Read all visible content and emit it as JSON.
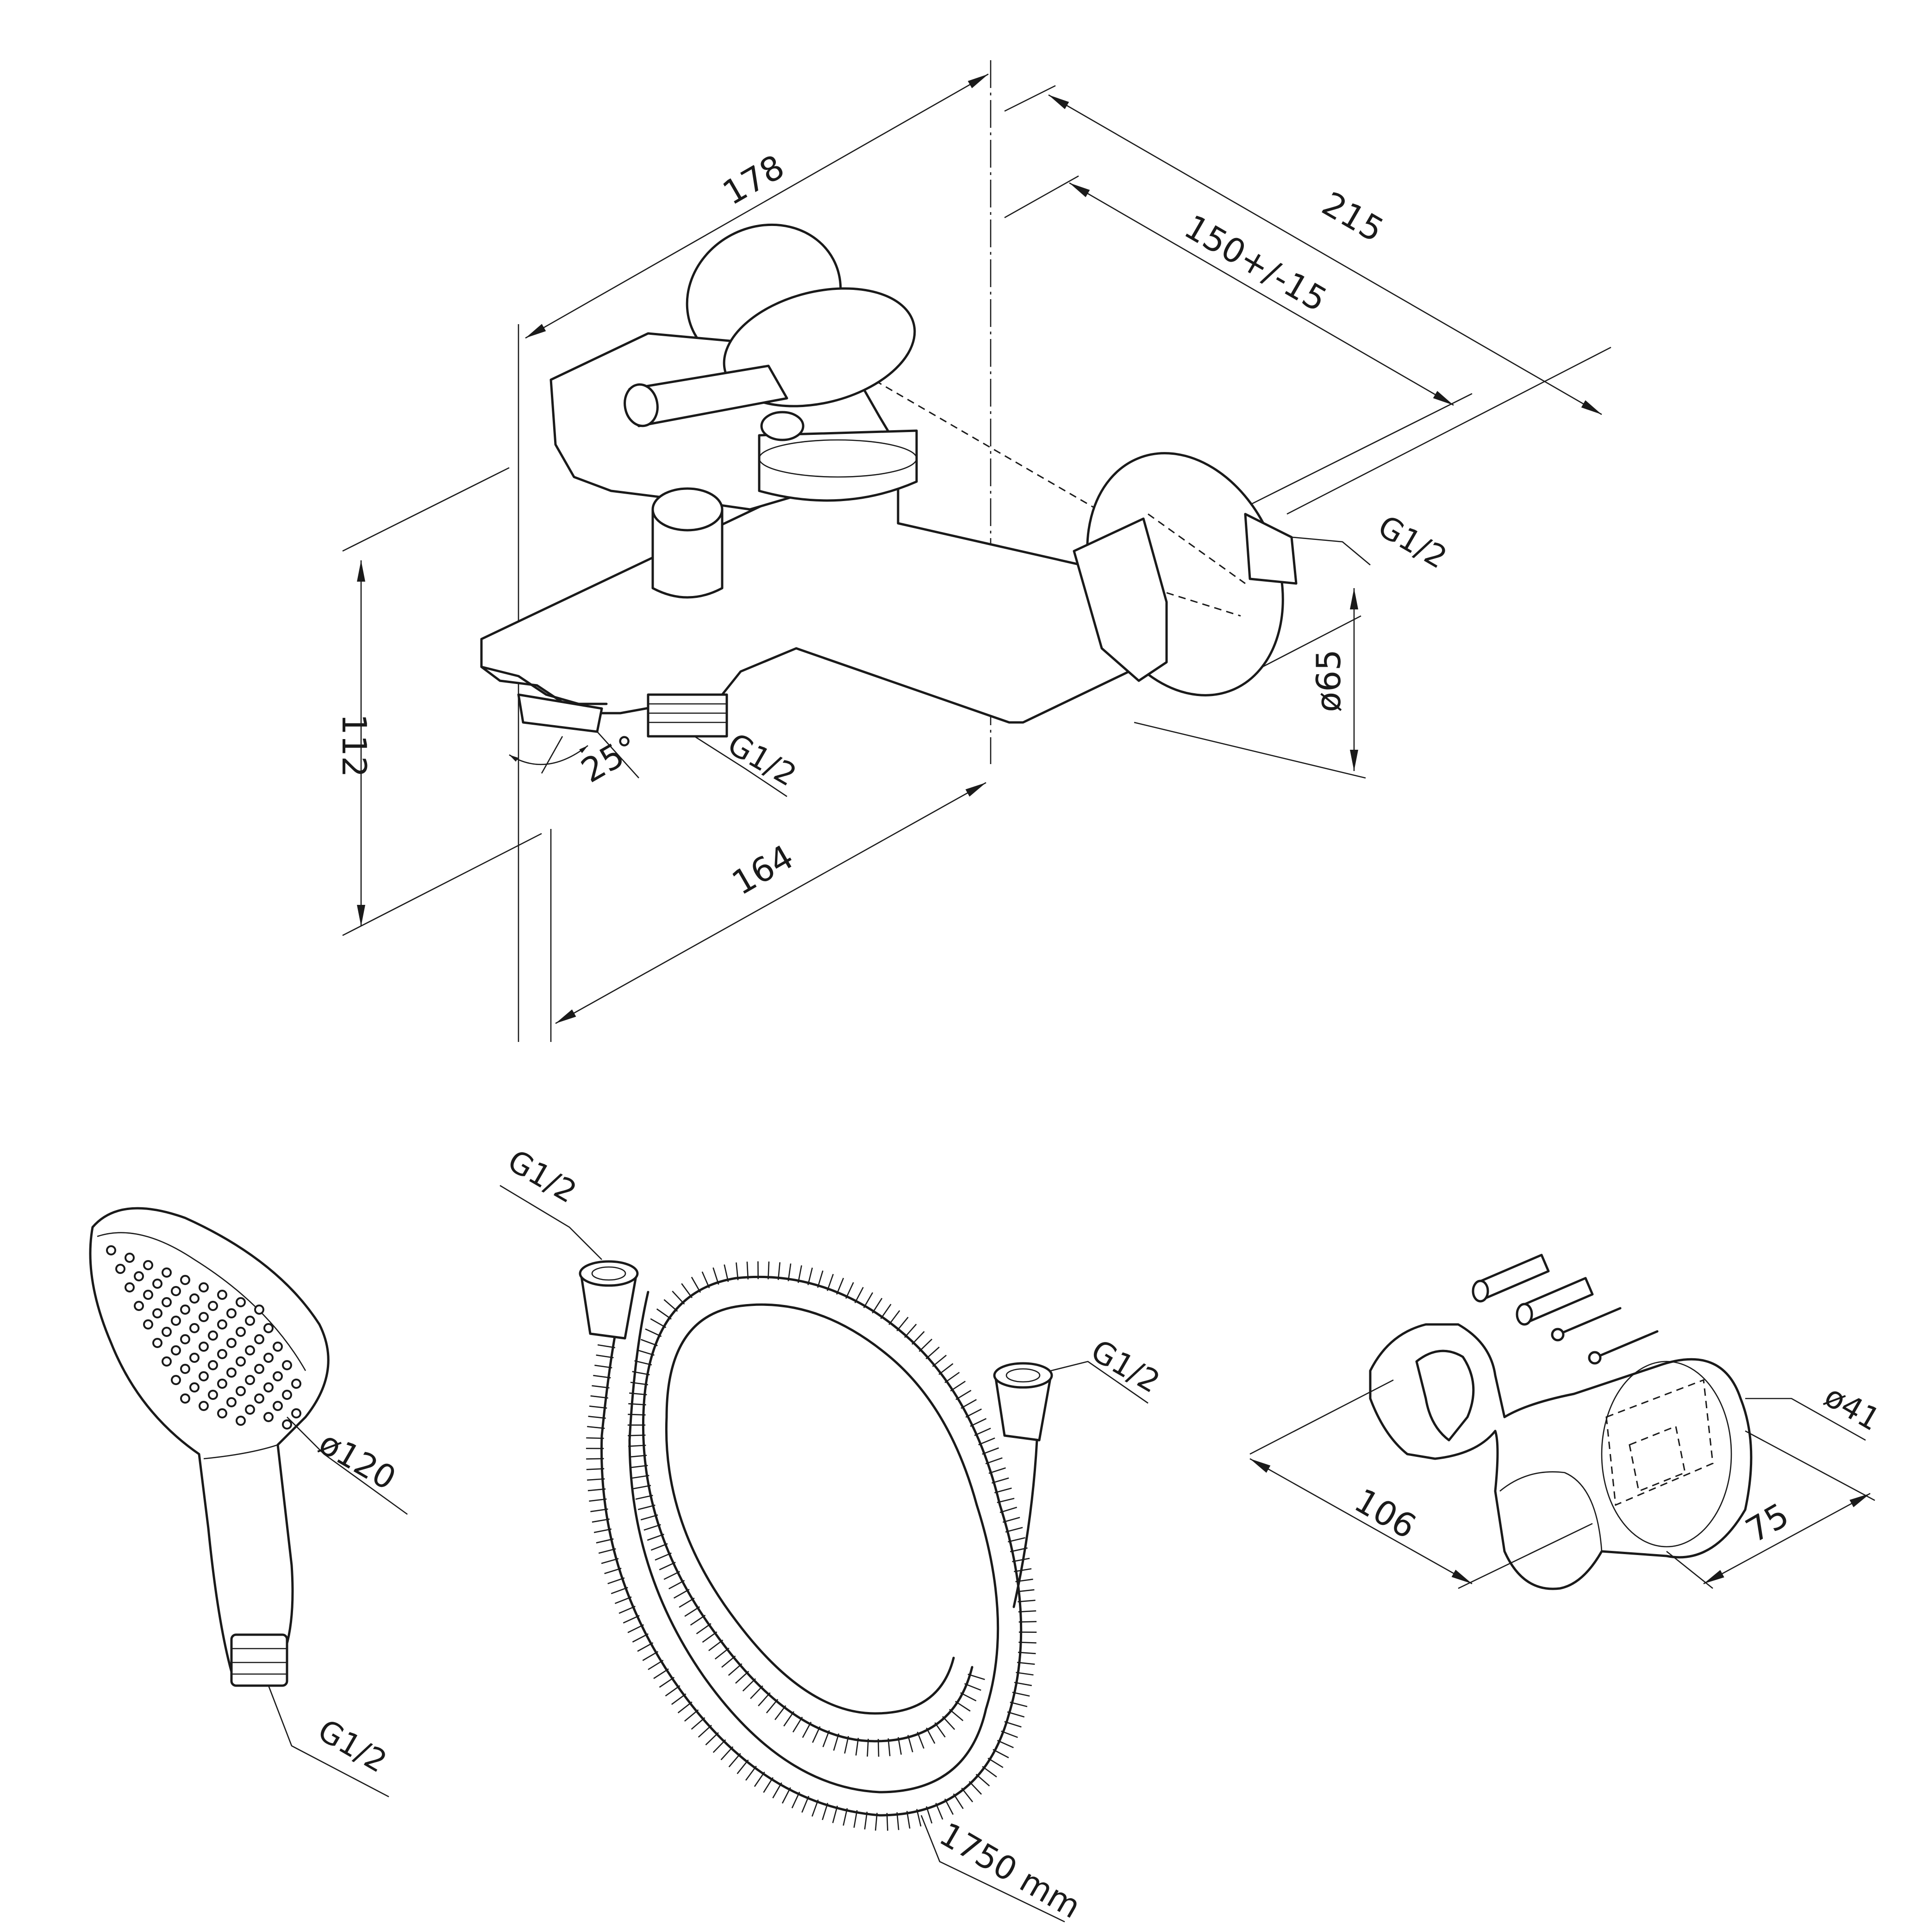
{
  "mixer": {
    "dim_178": "178",
    "dim_215": "215",
    "dim_150": "150+/-15",
    "dim_112": "112",
    "dim_164": "164",
    "dim_65": "ø65",
    "angle": "25°",
    "thread_outlet": "G1/2",
    "thread_spout": "G1/2"
  },
  "hand_shower": {
    "diameter": "ø120",
    "thread": "G1/2"
  },
  "hose": {
    "thread_left": "G1/2",
    "thread_right": "G1/2",
    "length": "1750 mm"
  },
  "holder": {
    "length": "106",
    "height": "75",
    "diameter": "ø41"
  }
}
